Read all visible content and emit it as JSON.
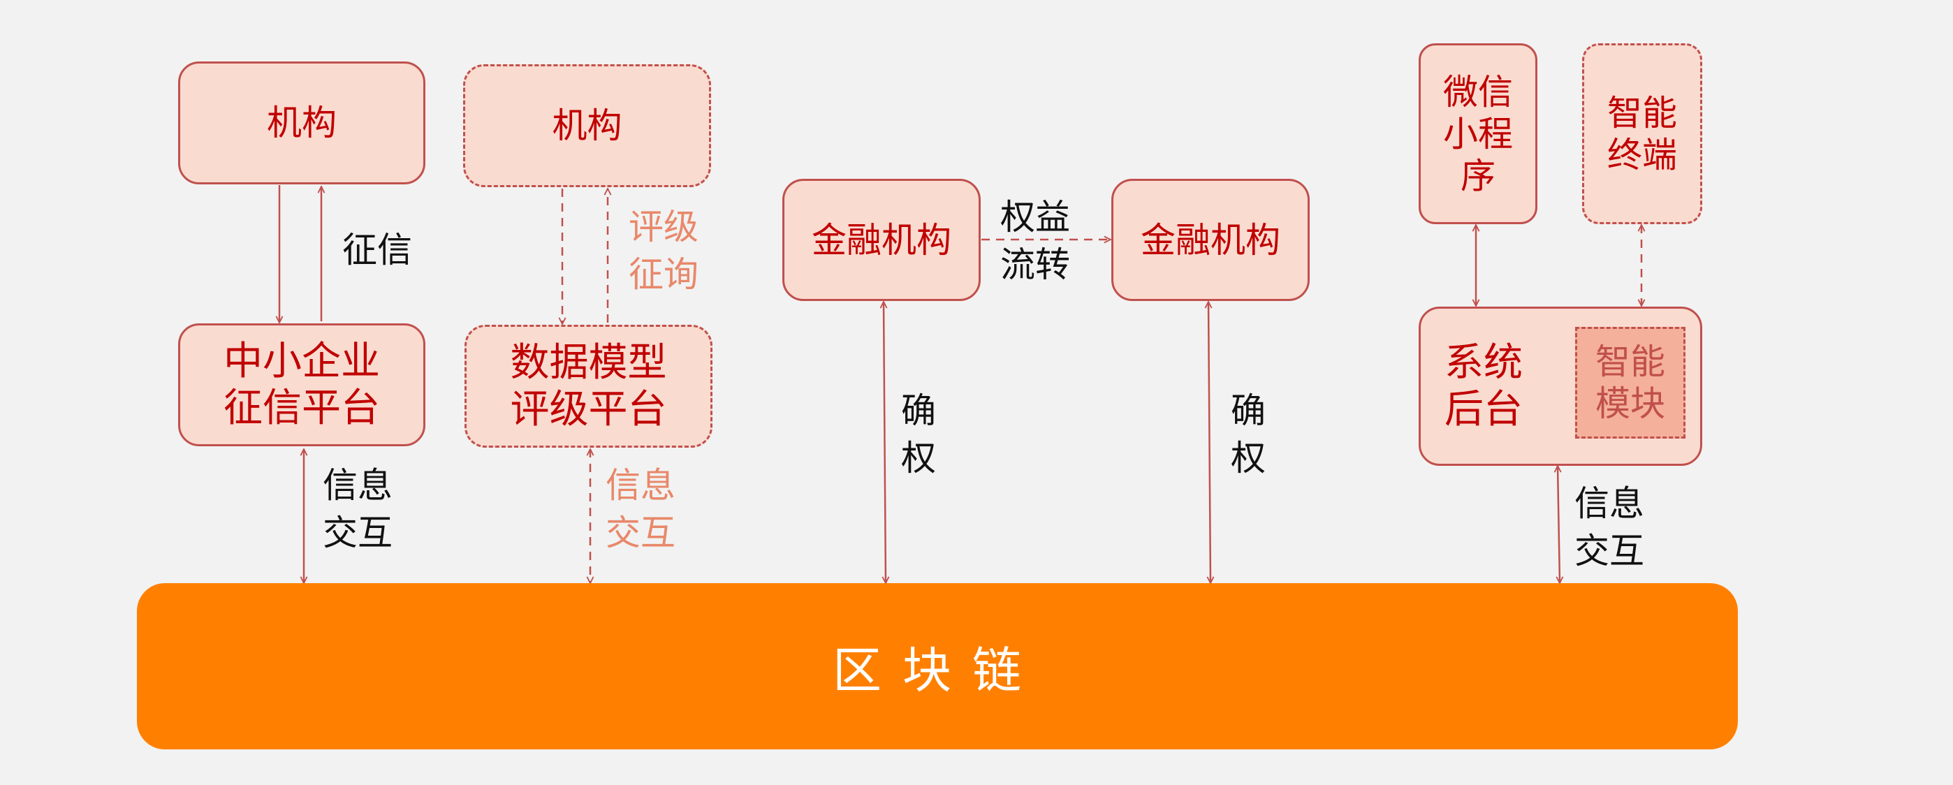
{
  "nodes": {
    "inst_1": "机构",
    "inst_2": "机构",
    "sme_credit_platform": "中小企业\n征信平台",
    "data_model_rating_platform": "数据模型\n评级平台",
    "fin_inst_1": "金融机构",
    "fin_inst_2": "金融机构",
    "wechat_mini_program": "微信\n小程\n序",
    "smart_terminal": "智能\n终端",
    "system_backend": "系统\n后台",
    "smart_module": "智能\n模块",
    "blockchain": "区块链"
  },
  "edge_labels": {
    "credit": "征信",
    "rating_query": "评级\n征询",
    "info_exchange_1": "信息\n交互",
    "info_exchange_2": "信息\n交互",
    "rights_transfer": "权益\n流转",
    "confirm_rights_1": "确\n权",
    "confirm_rights_2": "确\n权",
    "info_exchange_3": "信息\n交互"
  },
  "colors": {
    "node_fill": "#fadbd0",
    "node_border": "#c0504d",
    "node_text": "#c00000",
    "faint_label": "#e8886a",
    "chain_fill": "#ff8000",
    "module_fill": "#f4b09a"
  }
}
